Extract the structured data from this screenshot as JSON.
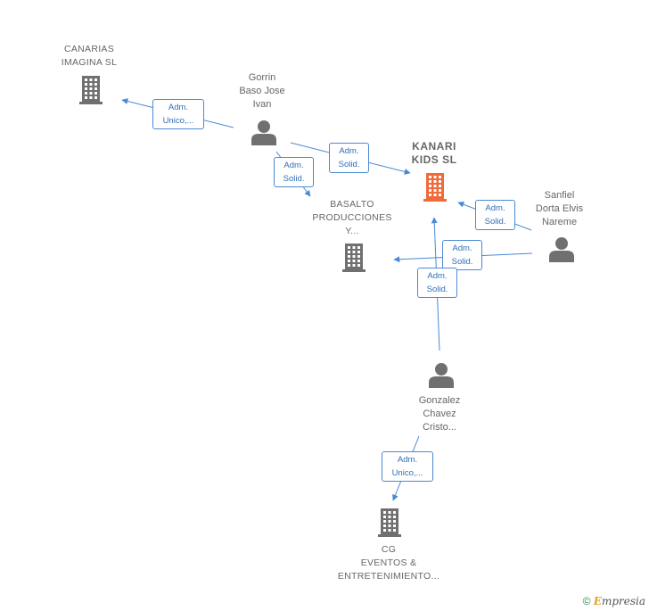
{
  "colors": {
    "edge": "#4a8ad4",
    "company": "#707070",
    "focus_company": "#f06a3a",
    "person": "#707070"
  },
  "nodes": {
    "canarias": {
      "label": "CANARIAS\nIMAGINA  SL",
      "icon": "building-icon"
    },
    "gorrin": {
      "label": "Gorrin\nBaso Jose\nIvan",
      "icon": "person-icon"
    },
    "kanari": {
      "label": "KANARI\nKIDS  SL",
      "icon": "building-icon"
    },
    "basalto": {
      "label": "BASALTO\nPRODUCCIONES\nY...",
      "icon": "building-icon"
    },
    "sanfiel": {
      "label": "Sanfiel\nDorta Elvis\nNareme",
      "icon": "person-icon"
    },
    "gonzalez": {
      "label": "Gonzalez\nChavez\nCristo...",
      "icon": "person-icon"
    },
    "cg": {
      "label": "CG\nEVENTOS &\nENTRETENIMIENTO...",
      "icon": "building-icon"
    }
  },
  "edges": {
    "gorrin_canarias": "Adm.\nUnico,...",
    "gorrin_kanari": "Adm.\nSolid.",
    "gorrin_basalto": "Adm.\nSolid.",
    "sanfiel_kanari": "Adm.\nSolid.",
    "sanfiel_basalto": "Adm.\nSolid.",
    "gonzalez_kanari": "Adm.\nSolid.",
    "gonzalez_cg": "Adm.\nUnico,..."
  },
  "watermark": {
    "copyright": "©",
    "brand_initial": "E",
    "brand_rest": "mpresia"
  }
}
